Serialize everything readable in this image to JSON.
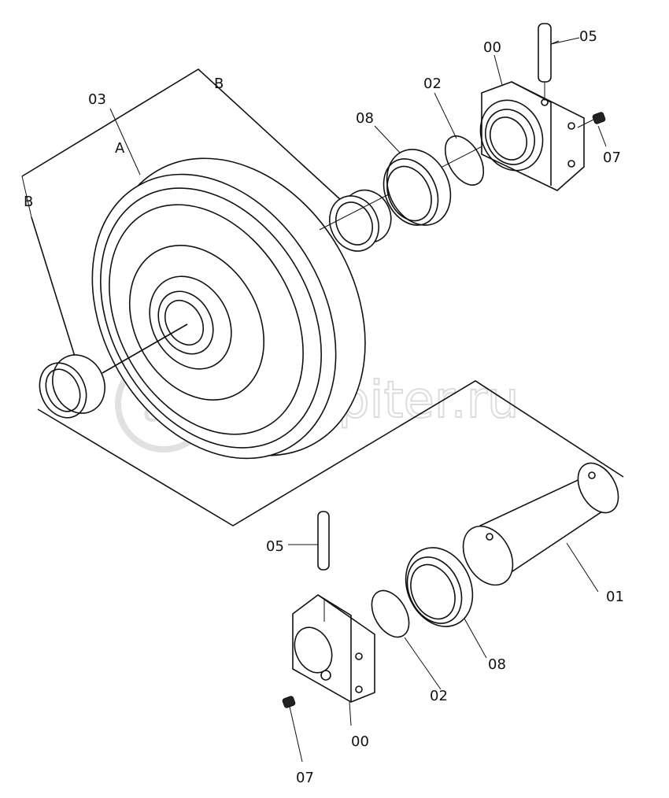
{
  "labels": {
    "wheel": "03",
    "wheel_sub": "A",
    "group_b_top": "B",
    "group_b_left": "B",
    "seal_top": "08",
    "oring_top": "02",
    "support_top": "00",
    "pin_top": "05",
    "screw_top": "07",
    "shaft": "01",
    "pin_bottom": "05",
    "seal_bottom": "08",
    "oring_bottom": "02",
    "support_bottom": "00",
    "screw_bottom": "07"
  },
  "watermark": "autopiter.ru"
}
